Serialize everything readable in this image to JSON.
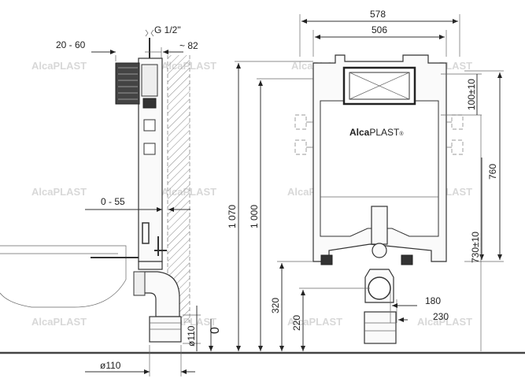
{
  "brand": {
    "name_bold": "Alca",
    "name_light": "PLAST",
    "reg": "®"
  },
  "watermark": "AlcaPLAST",
  "side_view": {
    "inlet": "G 1/2\"",
    "wall_offset": "20 - 60",
    "depth": "~ 82",
    "adjust": "0 - 55",
    "pipe_vertical": "ø110",
    "pipe_horizontal": "ø110",
    "floor_zero": "0"
  },
  "front_view": {
    "outer_width": "578",
    "inner_width": "506",
    "frame_height": "760",
    "button_offset": "100±10",
    "support_height": "730±10",
    "total_height_1": "1 070",
    "total_height_2": "1 000",
    "drain_height": "320",
    "outlet_height": "220",
    "outlet_spacing_1": "180",
    "outlet_spacing_2": "230"
  }
}
